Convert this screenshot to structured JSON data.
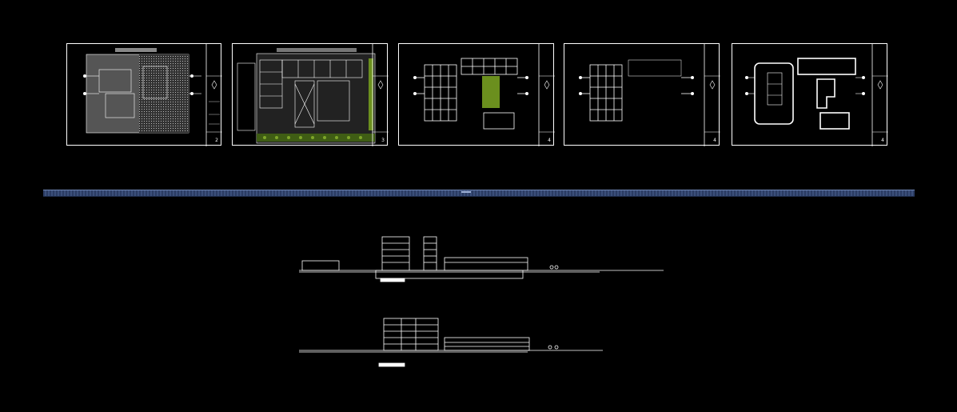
{
  "drawing": {
    "background": "#000000",
    "line_color": "#ffffff",
    "accent_green": "#6b8f1e",
    "divider_color": "#2f4470"
  },
  "sheets": [
    {
      "name": "sheet-1",
      "number": "2"
    },
    {
      "name": "sheet-2",
      "number": "3"
    },
    {
      "name": "sheet-3",
      "number": "4"
    },
    {
      "name": "sheet-4",
      "number": "4"
    },
    {
      "name": "sheet-5",
      "number": "4"
    }
  ]
}
